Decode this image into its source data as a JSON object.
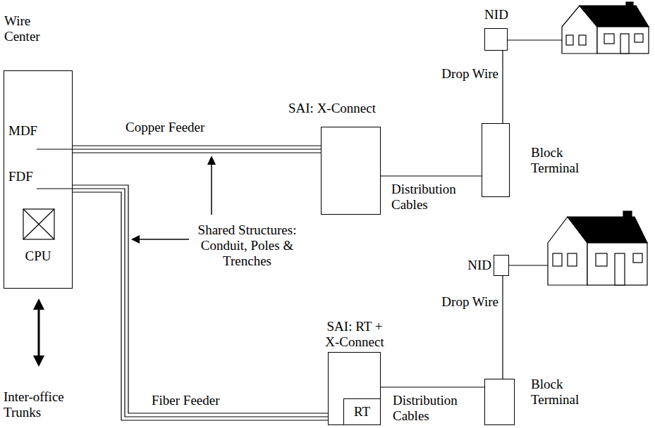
{
  "diagram": {
    "nodes": [
      {
        "text": [
          "Wire Center",
          "MDF",
          "FDF",
          "CPU"
        ]
      },
      {
        "text": [
          "SAI: X-Connect"
        ]
      },
      {
        "text": [
          "Block Terminal"
        ]
      },
      {
        "text": [
          "NID"
        ]
      },
      {
        "text": [
          "SAI: RT + X-Connect"
        ]
      },
      {
        "text": [
          "RT"
        ],
        "in": 4
      },
      {
        "text": [
          "Block Terminal"
        ]
      },
      {
        "text": [
          "NID"
        ]
      }
    ],
    "edges": [
      {
        "from": 0,
        "to": 1,
        "arrow": "none",
        "label": "Copper Feeder"
      },
      {
        "from": 1,
        "to": 2,
        "arrow": "none",
        "label": "Distribution Cables"
      },
      {
        "from": 2,
        "to": 3,
        "arrow": "none",
        "label": "Drop Wire"
      },
      {
        "from": 0,
        "to": 4,
        "arrow": "none",
        "label": "Fiber Feeder"
      },
      {
        "from": 4,
        "to": 6,
        "arrow": "none",
        "label": "Distribution Cables"
      },
      {
        "from": 6,
        "to": 7,
        "arrow": "none",
        "label": "Drop Wire"
      }
    ],
    "labels": [
      "Shared Structures: Conduit, Poles & Trenches",
      "Inter-office Trunks"
    ]
  }
}
